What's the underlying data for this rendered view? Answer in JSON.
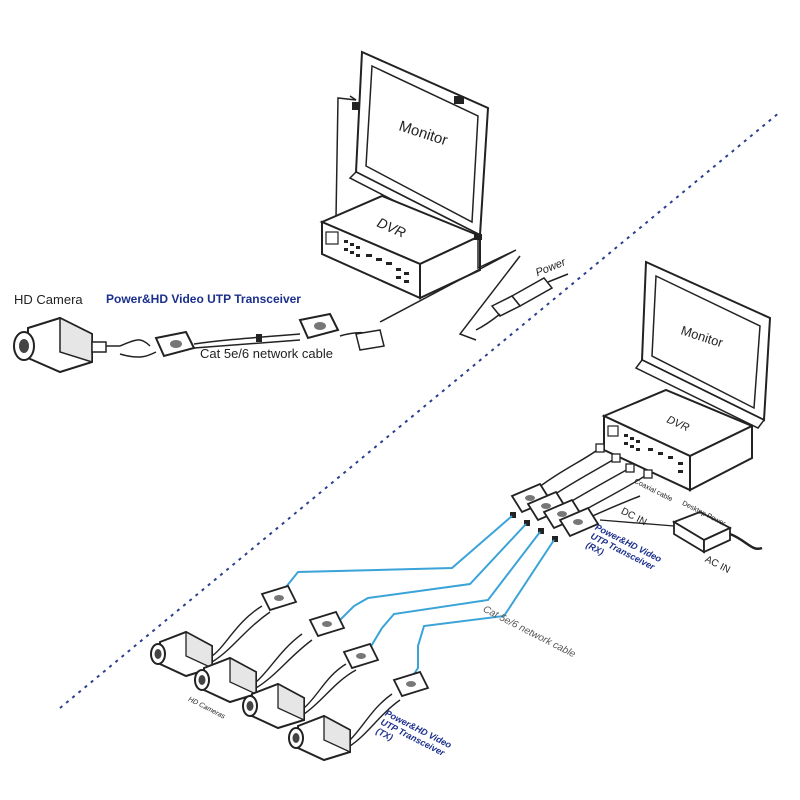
{
  "colors": {
    "line": "#222222",
    "cable_blue": "#3aa3d8",
    "label_blue": "#1b2f8c",
    "divider": "#2a3f8f"
  },
  "top": {
    "camera_label": "HD Camera",
    "transceiver_label": "Power&HD Video UTP Transceiver",
    "cable_label": "Cat 5e/6 network cable",
    "power_label": "Power",
    "monitor_label": "Monitor",
    "dvr_label": "DVR"
  },
  "bottom": {
    "monitor_label": "Monitor",
    "dvr_label": "DVR",
    "coaxial_label": "Coaxial cable",
    "desktop_power_label": "Desktop Power",
    "dc_in_label": "DC IN",
    "ac_in_label": "AC IN",
    "rx_label_lines": [
      "Power&HD Video",
      "UTP Transceiver",
      "(RX)"
    ],
    "cable_label": "Cat 5e/6 network cable",
    "cameras_label": "HD Cameras",
    "tx_label_lines": [
      "Power&HD Video",
      "UTP Transceiver",
      "(TX)"
    ]
  },
  "icons": [
    "camera-icon",
    "transceiver-icon",
    "monitor-icon",
    "dvr-icon",
    "power-adapter-icon",
    "bnc-connector-icon"
  ]
}
